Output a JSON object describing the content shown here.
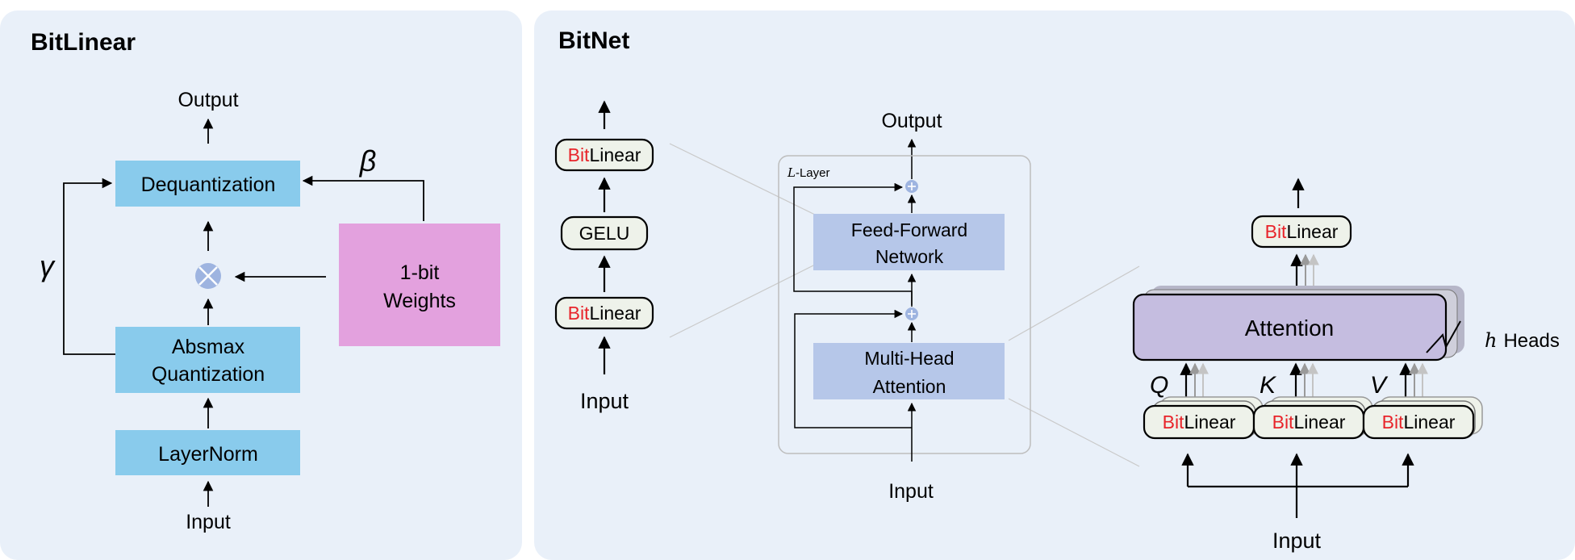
{
  "bitlinear_panel": {
    "title": "BitLinear",
    "output": "Output",
    "dequantization": "Dequantization",
    "beta": "β",
    "gamma": "γ",
    "weights_line1": "1-bit",
    "weights_line2": "Weights",
    "absmax_line1": "Absmax",
    "absmax_line2": "Quantization",
    "layernorm": "LayerNorm",
    "input": "Input"
  },
  "bitnet_panel": {
    "title": "BitNet",
    "ffn_stack": {
      "bitlinear_prefix": "Bit",
      "bitlinear_suffix": "Linear",
      "gelu": "GELU",
      "input": "Input"
    },
    "layer": {
      "output": "Output",
      "layer_label_italic": "L",
      "layer_label_rest": "-Layer",
      "ffn_line1": "Feed-Forward",
      "ffn_line2": "Network",
      "mha_line1": "Multi-Head",
      "mha_line2": "Attention",
      "input": "Input"
    },
    "attention": {
      "bitlinear_prefix": "Bit",
      "bitlinear_suffix": "Linear",
      "attention": "Attention",
      "heads_italic": "h",
      "heads_rest": "Heads",
      "q": "Q",
      "k": "K",
      "v": "V",
      "input": "Input"
    }
  },
  "colors": {
    "panel_bg": "#e9f0f9",
    "block_blue": "#89cbec",
    "weights_pink": "#e3a1de",
    "layer_block": "#b6c7e9",
    "attention_fill": "#c5bde0",
    "bit_red": "#e8242a",
    "pill_fill": "#eef2ea"
  }
}
